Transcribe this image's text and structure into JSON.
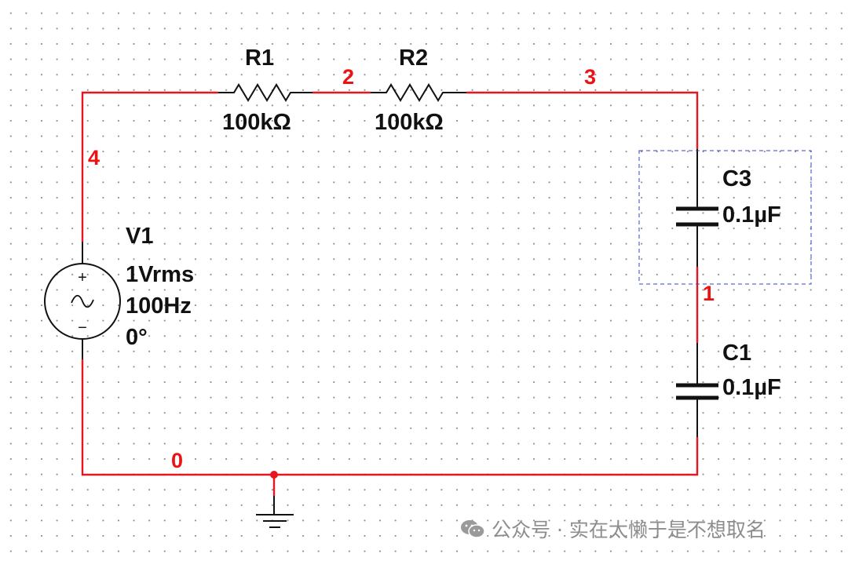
{
  "colors": {
    "wire": "#e8141e",
    "component": "#111111",
    "net_label": "#ee1111",
    "selection_box": "#3344cc",
    "watermark": "#8d8d8d"
  },
  "components": {
    "r1": {
      "ref": "R1",
      "value": "100kΩ"
    },
    "r2": {
      "ref": "R2",
      "value": "100kΩ"
    },
    "c3": {
      "ref": "C3",
      "value": "0.1µF",
      "selected": true
    },
    "c1": {
      "ref": "C1",
      "value": "0.1µF"
    },
    "v1": {
      "ref": "V1",
      "amplitude": "1Vrms",
      "frequency": "100Hz",
      "phase": "0°"
    }
  },
  "nets": {
    "n0": "0",
    "n1": "1",
    "n2": "2",
    "n3": "3",
    "n4": "4"
  },
  "source_symbols": {
    "plus": "+",
    "minus": "−",
    "sine": "∼"
  },
  "watermark": {
    "icon": "wechat-icon",
    "text": "公众号 · 实在太懒于是不想取名"
  }
}
